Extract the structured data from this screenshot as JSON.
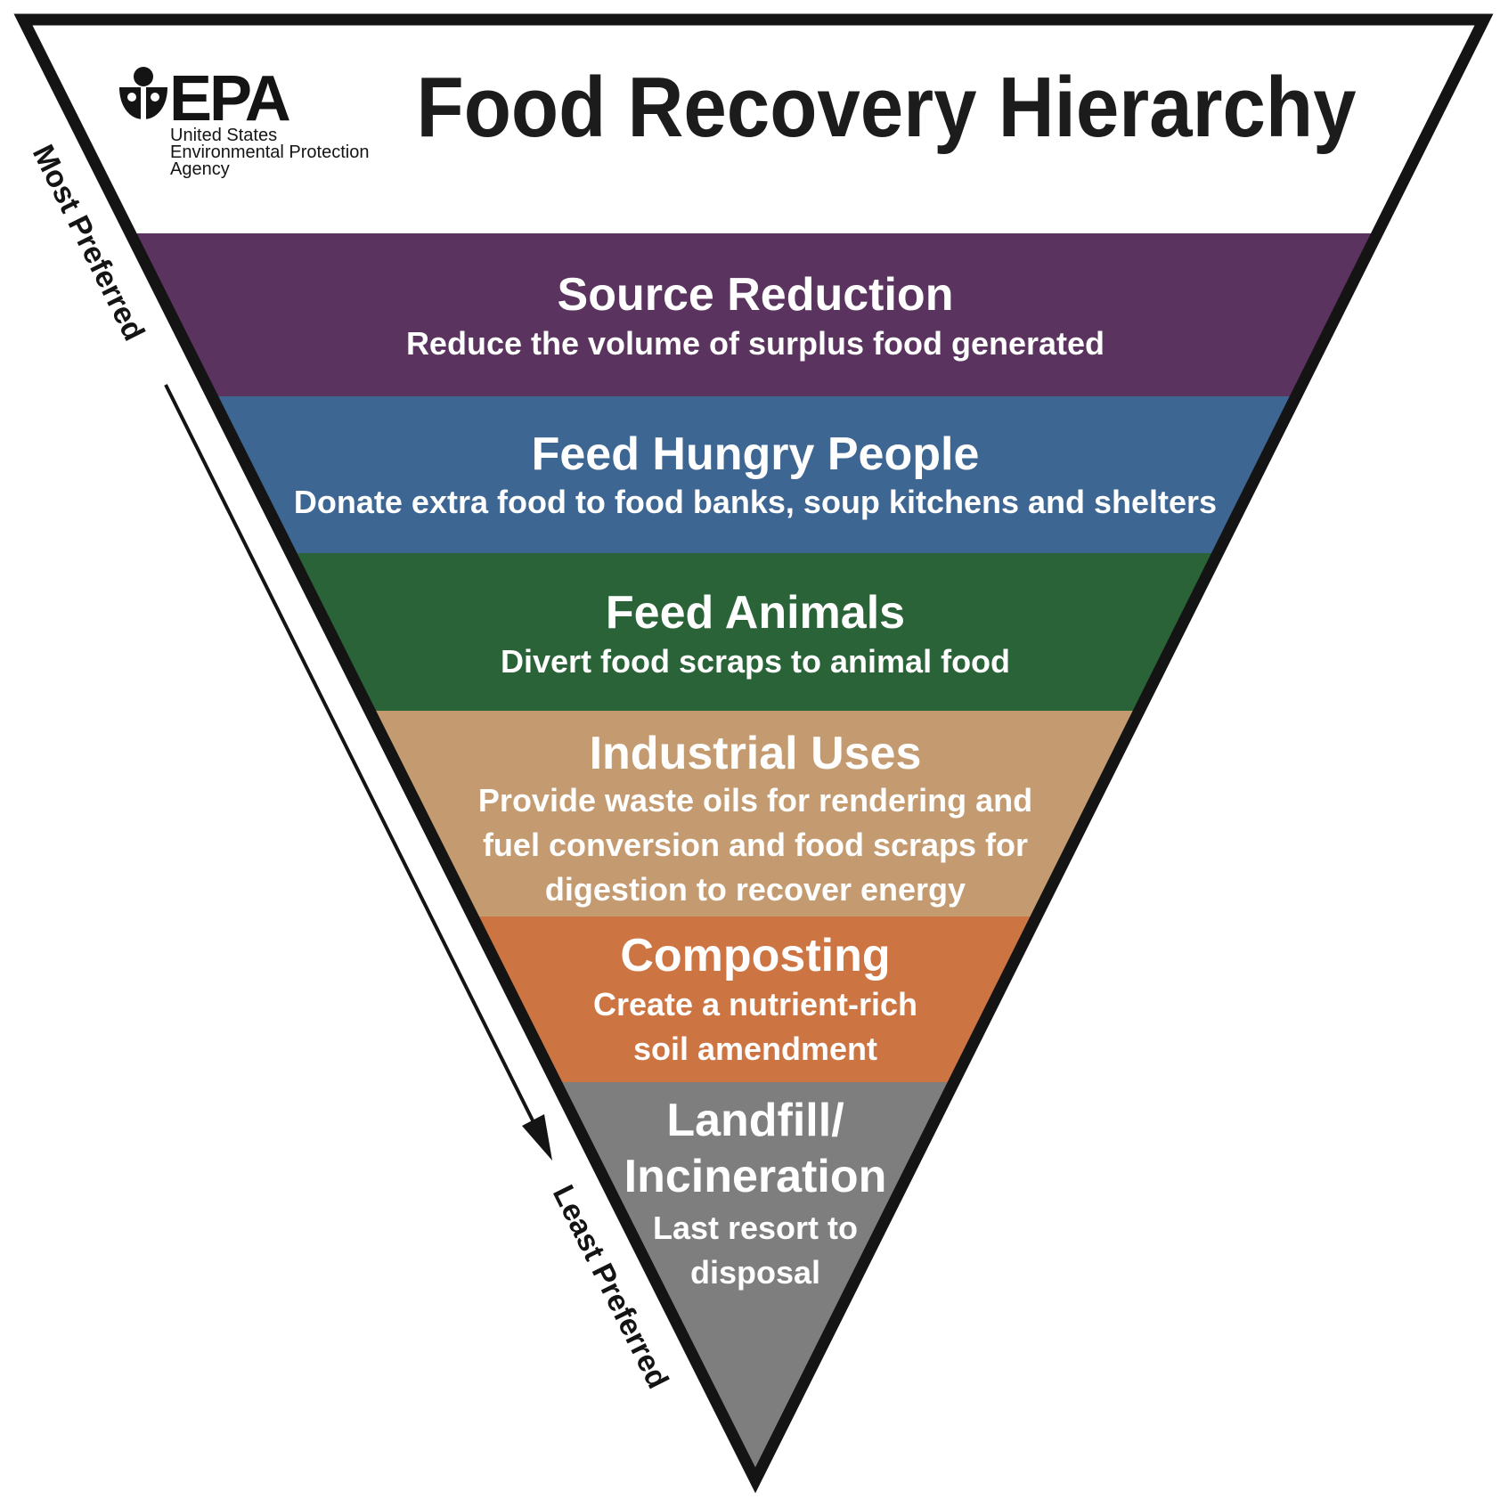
{
  "title": "Food Recovery Hierarchy",
  "logo": {
    "wordmark": "EPA",
    "line1": "United States",
    "line2": "Environmental Protection",
    "line3": "Agency",
    "icon": "epa-flower-icon"
  },
  "axis": {
    "top_label": "Most Preferred",
    "bottom_label": "Least Preferred",
    "arrow_icon": "arrow-down-icon"
  },
  "tiers": [
    {
      "heading": [
        "Source Reduction"
      ],
      "body": [
        "Reduce the volume of surplus food generated"
      ],
      "color": "#5a335e"
    },
    {
      "heading": [
        "Feed Hungry People"
      ],
      "body": [
        "Donate extra food to food banks, soup kitchens and shelters"
      ],
      "color": "#3e6692"
    },
    {
      "heading": [
        "Feed Animals"
      ],
      "body": [
        "Divert food scraps to animal food"
      ],
      "color": "#2b6338"
    },
    {
      "heading": [
        "Industrial Uses"
      ],
      "body": [
        "Provide waste oils for rendering and",
        "fuel conversion and food scraps for",
        "digestion to recover energy"
      ],
      "color": "#c49b71"
    },
    {
      "heading": [
        "Composting"
      ],
      "body": [
        "Create a nutrient-rich",
        "soil amendment"
      ],
      "color": "#cc7543"
    },
    {
      "heading": [
        "Landfill/",
        "Incineration"
      ],
      "body": [
        "Last resort to",
        "disposal"
      ],
      "color": "#7e7e7e"
    }
  ],
  "colors": {
    "outline": "#141414",
    "tier_text": "#ffffff",
    "title_text": "#1c1c1c"
  }
}
